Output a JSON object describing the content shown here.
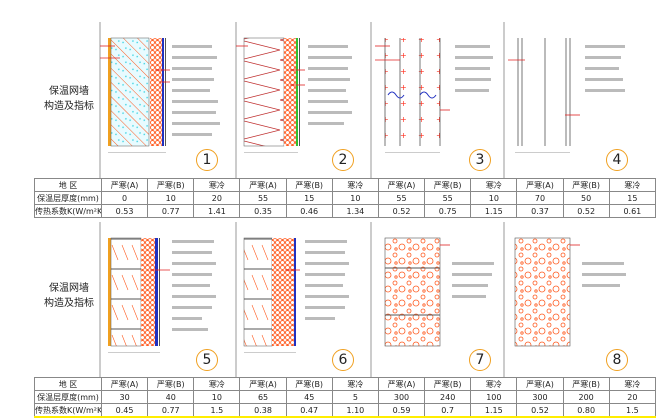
{
  "section_titles": [
    [
      "保温网墙",
      "构造及指标"
    ],
    [
      "保温网墙",
      "构造及指标"
    ]
  ],
  "colors": {
    "insulation": "#ff5a1f",
    "accent": "#f0a020",
    "grid": "#888888",
    "blue": "#2030c0",
    "cyan": "#30d0e0"
  },
  "panel_numbers": [
    "1",
    "2",
    "3",
    "4",
    "5",
    "6",
    "7",
    "8"
  ],
  "tables": [
    {
      "header": [
        "地 区",
        "严寒(A)",
        "严寒(B)",
        "寒冷",
        "严寒(A)",
        "严寒(B)",
        "寒冷",
        "严寒(A)",
        "严寒(B)",
        "寒冷",
        "严寒(A)",
        "严寒(B)",
        "寒冷"
      ],
      "rows": [
        [
          "保温层厚度(mm)",
          "0",
          "10",
          "20",
          "55",
          "15",
          "10",
          "55",
          "55",
          "10",
          "70",
          "50",
          "15"
        ],
        [
          "传热系数K(W/m²K)",
          "0.53",
          "0.77",
          "1.41",
          "0.35",
          "0.46",
          "1.34",
          "0.52",
          "0.75",
          "1.15",
          "0.37",
          "0.52",
          "0.61"
        ]
      ]
    },
    {
      "header": [
        "地 区",
        "严寒(A)",
        "严寒(B)",
        "寒冷",
        "严寒(A)",
        "严寒(B)",
        "寒冷",
        "严寒(A)",
        "严寒(B)",
        "寒冷",
        "严寒(A)",
        "严寒(B)",
        "寒冷"
      ],
      "rows": [
        [
          "保温层厚度(mm)",
          "30",
          "40",
          "10",
          "65",
          "45",
          "5",
          "300",
          "240",
          "100",
          "300",
          "200",
          "20"
        ],
        [
          "传热系数K(W/m²K)",
          "0.45",
          "0.77",
          "1.5",
          "0.38",
          "0.47",
          "1.10",
          "0.59",
          "0.7",
          "1.15",
          "0.52",
          "0.80",
          "1.5"
        ]
      ]
    }
  ]
}
